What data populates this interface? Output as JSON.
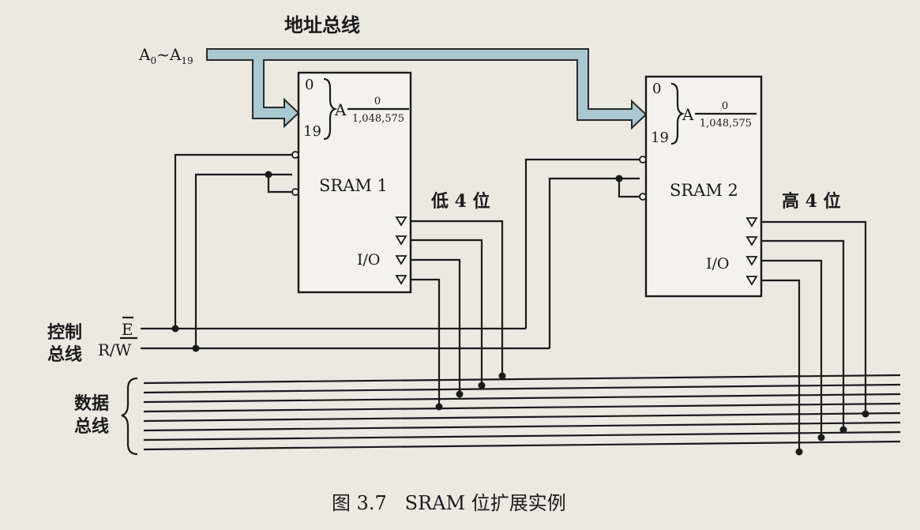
{
  "address_bus": {
    "label": "地址总线",
    "signal": "A",
    "sub_start": "0",
    "sep": "~",
    "sub_end": "A",
    "sub_end_idx": "19"
  },
  "sram1": {
    "name": "SRAM 1",
    "addr_top": "0",
    "addr_bottom": "19",
    "addr_letter": "A",
    "range_num": "0",
    "range_den": "1,048,575",
    "io": "I/O",
    "side_label": "低 4 位"
  },
  "sram2": {
    "name": "SRAM 2",
    "addr_top": "0",
    "addr_bottom": "19",
    "addr_letter": "A",
    "range_num": "0",
    "range_den": "1,048,575",
    "io": "I/O",
    "side_label": "高 4 位"
  },
  "control_bus": {
    "label_line1": "控制",
    "label_line2": "总线",
    "enable": "E",
    "rw": "R/W"
  },
  "data_bus": {
    "label_line1": "数据",
    "label_line2": "总线"
  },
  "caption": "图 3.7   SRAM 位扩展实例",
  "colors": {
    "bus_fill": "#a9c8d2",
    "ink": "#1a1a1a",
    "paper": "#ece9e1"
  }
}
